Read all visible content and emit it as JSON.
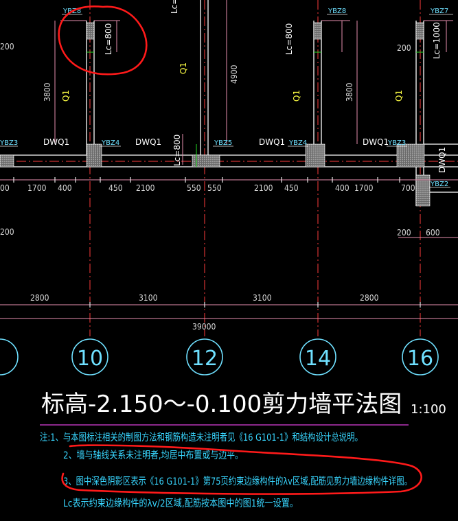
{
  "drawing": {
    "title": "标高-2.150～-0.100剪力墙平法图",
    "scale": "1:100",
    "axes": [
      "10",
      "12",
      "14",
      "16"
    ],
    "total_dimension": "39000",
    "bay_dimensions": [
      "2800",
      "3100",
      "3100",
      "2800"
    ],
    "upper_dimensions": [
      "00",
      "1700",
      "400",
      "450",
      "2100",
      "550",
      "550",
      "2100",
      "450",
      "400",
      "1700",
      "700"
    ],
    "right_dimensions": [
      "200",
      "600"
    ],
    "left_edge_dimensions": [
      "200",
      "200"
    ],
    "wall_heights": [
      "3800",
      "4900",
      "3800"
    ],
    "wall_marks": [
      "Q1",
      "Q1",
      "Q1",
      "Q1"
    ],
    "lc_labels": [
      "Lc=800",
      "Lc=800",
      "Lc=800",
      "Lc=1000"
    ],
    "lc_top": "Lc=",
    "column_tags": [
      "YBZ8",
      "YBZ8",
      "YBZ7",
      "YBZ3",
      "YBZ4",
      "YBZ5",
      "YBZ4",
      "YBZ3",
      "YBZ2"
    ],
    "dwq_labels": [
      "DWQ1",
      "DWQ1",
      "DWQ1",
      "DWQ1"
    ],
    "right_wall_mark": "DWQ1",
    "top_right_dim": "200",
    "notes": [
      "注:1、与本图标注相关的制图方法和钢筋构造未注明者见《16 G101-1》和结构设计总说明。",
      "2、墙与轴线关系未注明者,均居中布置或与边平。",
      "3、图中深色阴影区表示《16 G101-1》第75页约束边缘构件的λv区域,配筋见剪力墙边缘构件详图。",
      "Lc表示约束边缘构件的λv/2区域,配筋按本图中的图1统一设置。"
    ]
  }
}
